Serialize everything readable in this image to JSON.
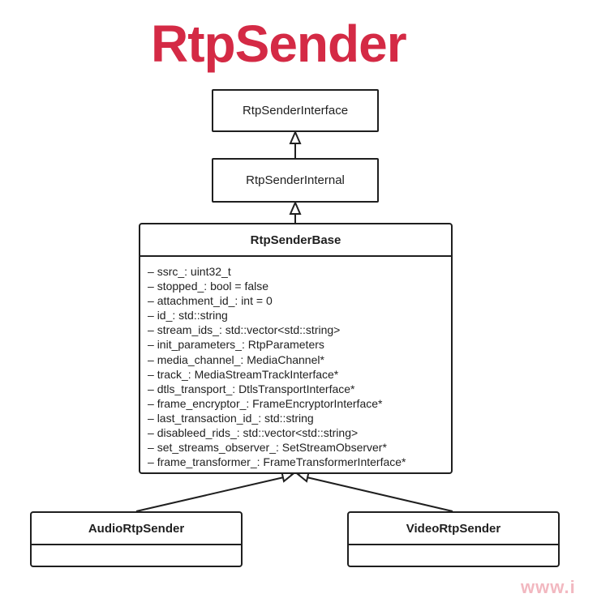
{
  "title": "RtpSender",
  "interface_box": {
    "label": "RtpSenderInterface"
  },
  "internal_box": {
    "label": "RtpSenderInternal"
  },
  "base_class": {
    "name": "RtpSenderBase",
    "attributes": [
      "ssrc_: uint32_t",
      "stopped_: bool = false",
      "attachment_id_: int  = 0",
      "id_: std::string",
      "stream_ids_: std::vector<std::string>",
      "init_parameters_: RtpParameters",
      "media_channel_: MediaChannel*",
      "track_: MediaStreamTrackInterface*",
      "dtls_transport_: DtlsTransportInterface*",
      "frame_encryptor_: FrameEncryptorInterface*",
      "last_transaction_id_: std::string",
      "disableed_rids_: std::vector<std::string>",
      "set_streams_observer_: SetStreamObserver*",
      "frame_transformer_: FrameTransformerInterface*"
    ]
  },
  "subclasses": [
    {
      "name": "AudioRtpSender"
    },
    {
      "name": "VideoRtpSender"
    }
  ],
  "watermark": "www.i"
}
